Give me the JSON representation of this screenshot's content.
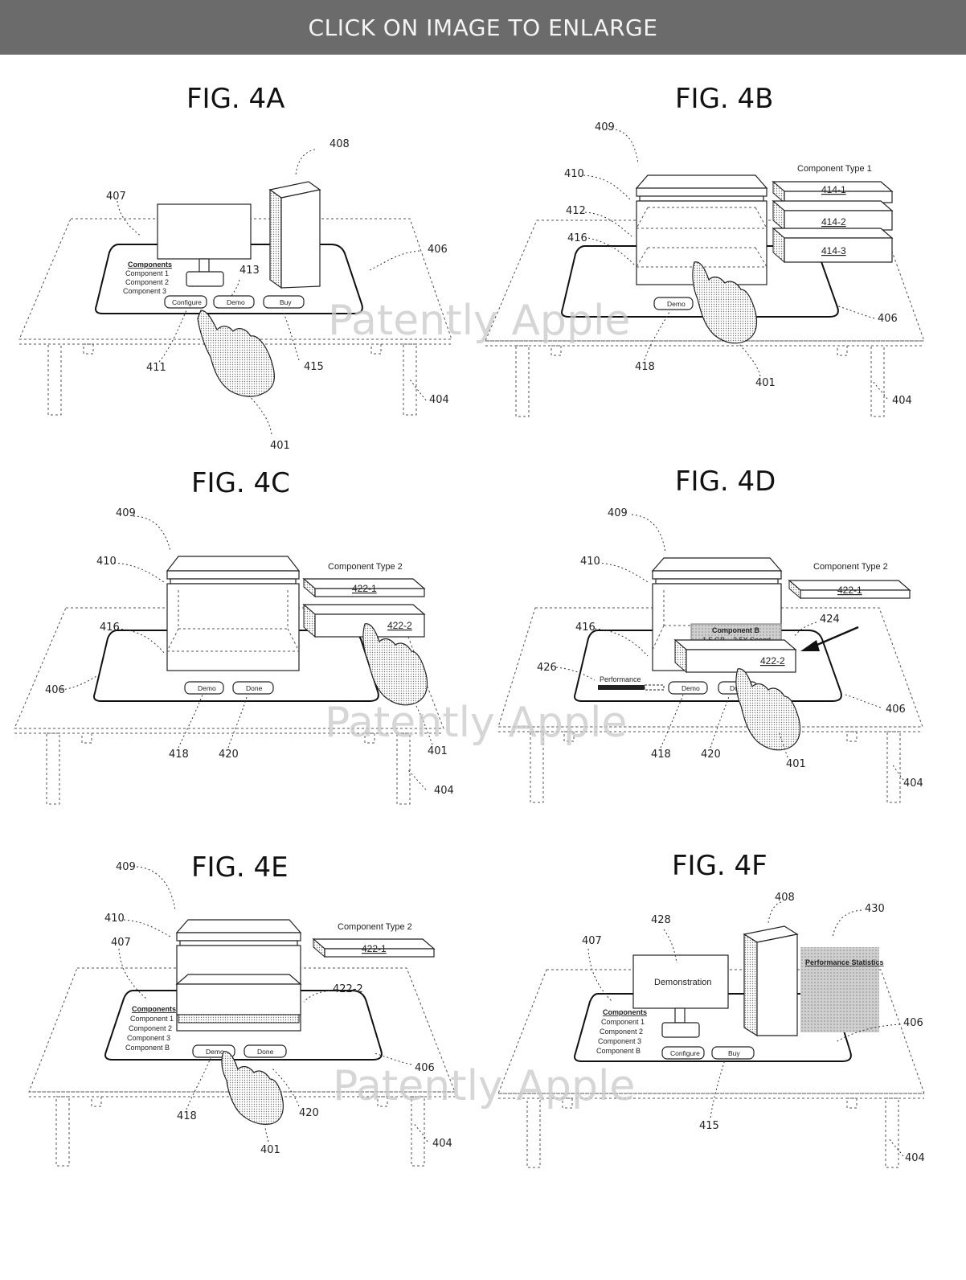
{
  "banner": {
    "text": "CLICK ON IMAGE TO ENLARGE"
  },
  "watermark": "Patently Apple",
  "figures": {
    "a": {
      "title": "FIG. 4A",
      "refs": {
        "r408": "408",
        "r407": "407",
        "r406": "406",
        "r413": "413",
        "r411": "411",
        "r415": "415",
        "r404": "404",
        "r401": "401"
      },
      "menu": {
        "title": "Components",
        "items": [
          "Component 1",
          "Component 2",
          "Component 3"
        ]
      },
      "buttons": {
        "configure": "Configure",
        "demo": "Demo",
        "buy": "Buy"
      }
    },
    "b": {
      "title": "FIG. 4B",
      "refs": {
        "r409": "409",
        "r410": "410",
        "r412": "412",
        "r416": "416",
        "r418": "418",
        "r401": "401",
        "r406": "406",
        "r404": "404"
      },
      "type_label": "Component Type 1",
      "components": [
        "414-1",
        "414-2",
        "414-3"
      ],
      "buttons": {
        "demo": "Demo"
      }
    },
    "c": {
      "title": "FIG. 4C",
      "refs": {
        "r409": "409",
        "r410": "410",
        "r416": "416",
        "r406": "406",
        "r418": "418",
        "r420": "420",
        "r401": "401",
        "r404": "404"
      },
      "type_label": "Component Type 2",
      "components": [
        "422-1",
        "422-2"
      ],
      "buttons": {
        "demo": "Demo",
        "done": "Done"
      }
    },
    "d": {
      "title": "FIG. 4D",
      "refs": {
        "r409": "409",
        "r410": "410",
        "r416": "416",
        "r424": "424",
        "r426": "426",
        "r418": "418",
        "r420": "420",
        "r401": "401",
        "r406": "406",
        "r404": "404"
      },
      "type_label": "Component Type 2",
      "components": [
        "422-1",
        "422-2"
      ],
      "tooltip": {
        "title": "Component B",
        "spec1": "1.5 GB",
        "spec2": "2.5X Speed"
      },
      "performance_label": "Performance",
      "buttons": {
        "demo": "Demo",
        "done": "Done"
      }
    },
    "e": {
      "title": "FIG. 4E",
      "refs": {
        "r409": "409",
        "r410": "410",
        "r407": "407",
        "r4222": "422-2",
        "r406": "406",
        "r418": "418",
        "r420": "420",
        "r401": "401",
        "r404": "404"
      },
      "type_label": "Component Type 2",
      "components": [
        "422-1"
      ],
      "menu": {
        "title": "Components",
        "items": [
          "Component 1",
          "Component 2",
          "Component 3",
          "Component B"
        ]
      },
      "buttons": {
        "demo": "Demo",
        "done": "Done"
      }
    },
    "f": {
      "title": "FIG. 4F",
      "refs": {
        "r408": "408",
        "r428": "428",
        "r430": "430",
        "r407": "407",
        "r406": "406",
        "r415": "415",
        "r404": "404"
      },
      "screen_label": "Demonstration",
      "stats_label": "Performance Statistics",
      "menu": {
        "title": "Components",
        "items": [
          "Component 1",
          "Component 2",
          "Component 3",
          "Component B"
        ]
      },
      "buttons": {
        "configure": "Configure",
        "buy": "Buy"
      }
    }
  }
}
